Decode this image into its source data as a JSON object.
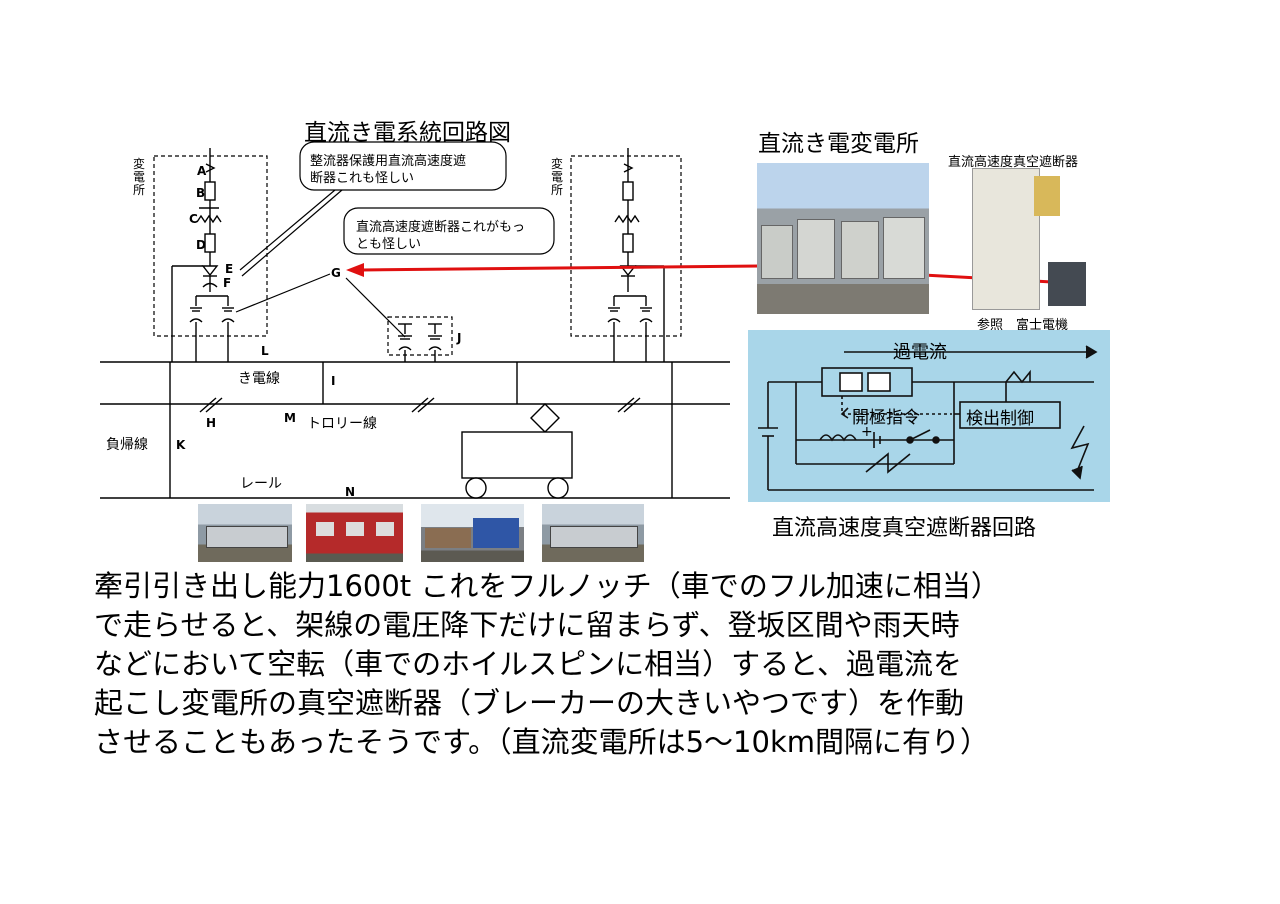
{
  "diagram": {
    "title": "直流き電系統回路図",
    "substation_label_left": "変電所",
    "substation_label_right": "変電所",
    "callout_top": [
      "整流器保護用直流高速度遮",
      "断器これも怪しい"
    ],
    "callout_mid": [
      "直流高速度遮断器これがもっ",
      "とも怪しい"
    ],
    "letters": {
      "A": "A",
      "B": "B",
      "C": "C",
      "D": "D",
      "E": "E",
      "F": "F",
      "G": "G",
      "H": "H",
      "I": "I",
      "J": "J",
      "K": "K",
      "L": "L",
      "M": "M",
      "N": "N"
    },
    "feeder_label": "き電線",
    "trolley_label": "トロリー線",
    "return_label": "負帰線",
    "rail_label": "レール"
  },
  "substation_photo": {
    "title": "直流き電変電所",
    "breaker_title": "直流高速度真空遮断器",
    "credit": "参照　富士電機"
  },
  "breaker_circuit": {
    "overcurrent_label": "過電流",
    "open_command_label": "開極指令",
    "detect_label": "検出制御",
    "plus_label": "+",
    "caption": "直流高速度真空遮断器回路"
  },
  "trains": [
    {
      "name": "silver-commuter-train",
      "color": "#a9b0b8"
    },
    {
      "name": "red-train",
      "color": "#b52a2a"
    },
    {
      "name": "freight-locomotive",
      "color": "#2f56a6"
    },
    {
      "name": "silver-commuter-train-2",
      "color": "#a9b0b8"
    }
  ],
  "body_text": [
    "牽引引き出し能力1600t これをフルノッチ（車でのフル加速に相当）",
    "で走らせると、架線の電圧降下だけに留まらず、登坂区間や雨天時",
    "などにおいて空転（車でのホイルスピンに相当）すると、過電流を",
    "起こし変電所の真空遮断器（ブレーカーの大きいやつです）を作動",
    "させることもあったそうです。（直流変電所は5〜10km間隔に有り）"
  ],
  "colors": {
    "arrow": "#e01010",
    "circuit_bg": "#a9d6e9"
  }
}
